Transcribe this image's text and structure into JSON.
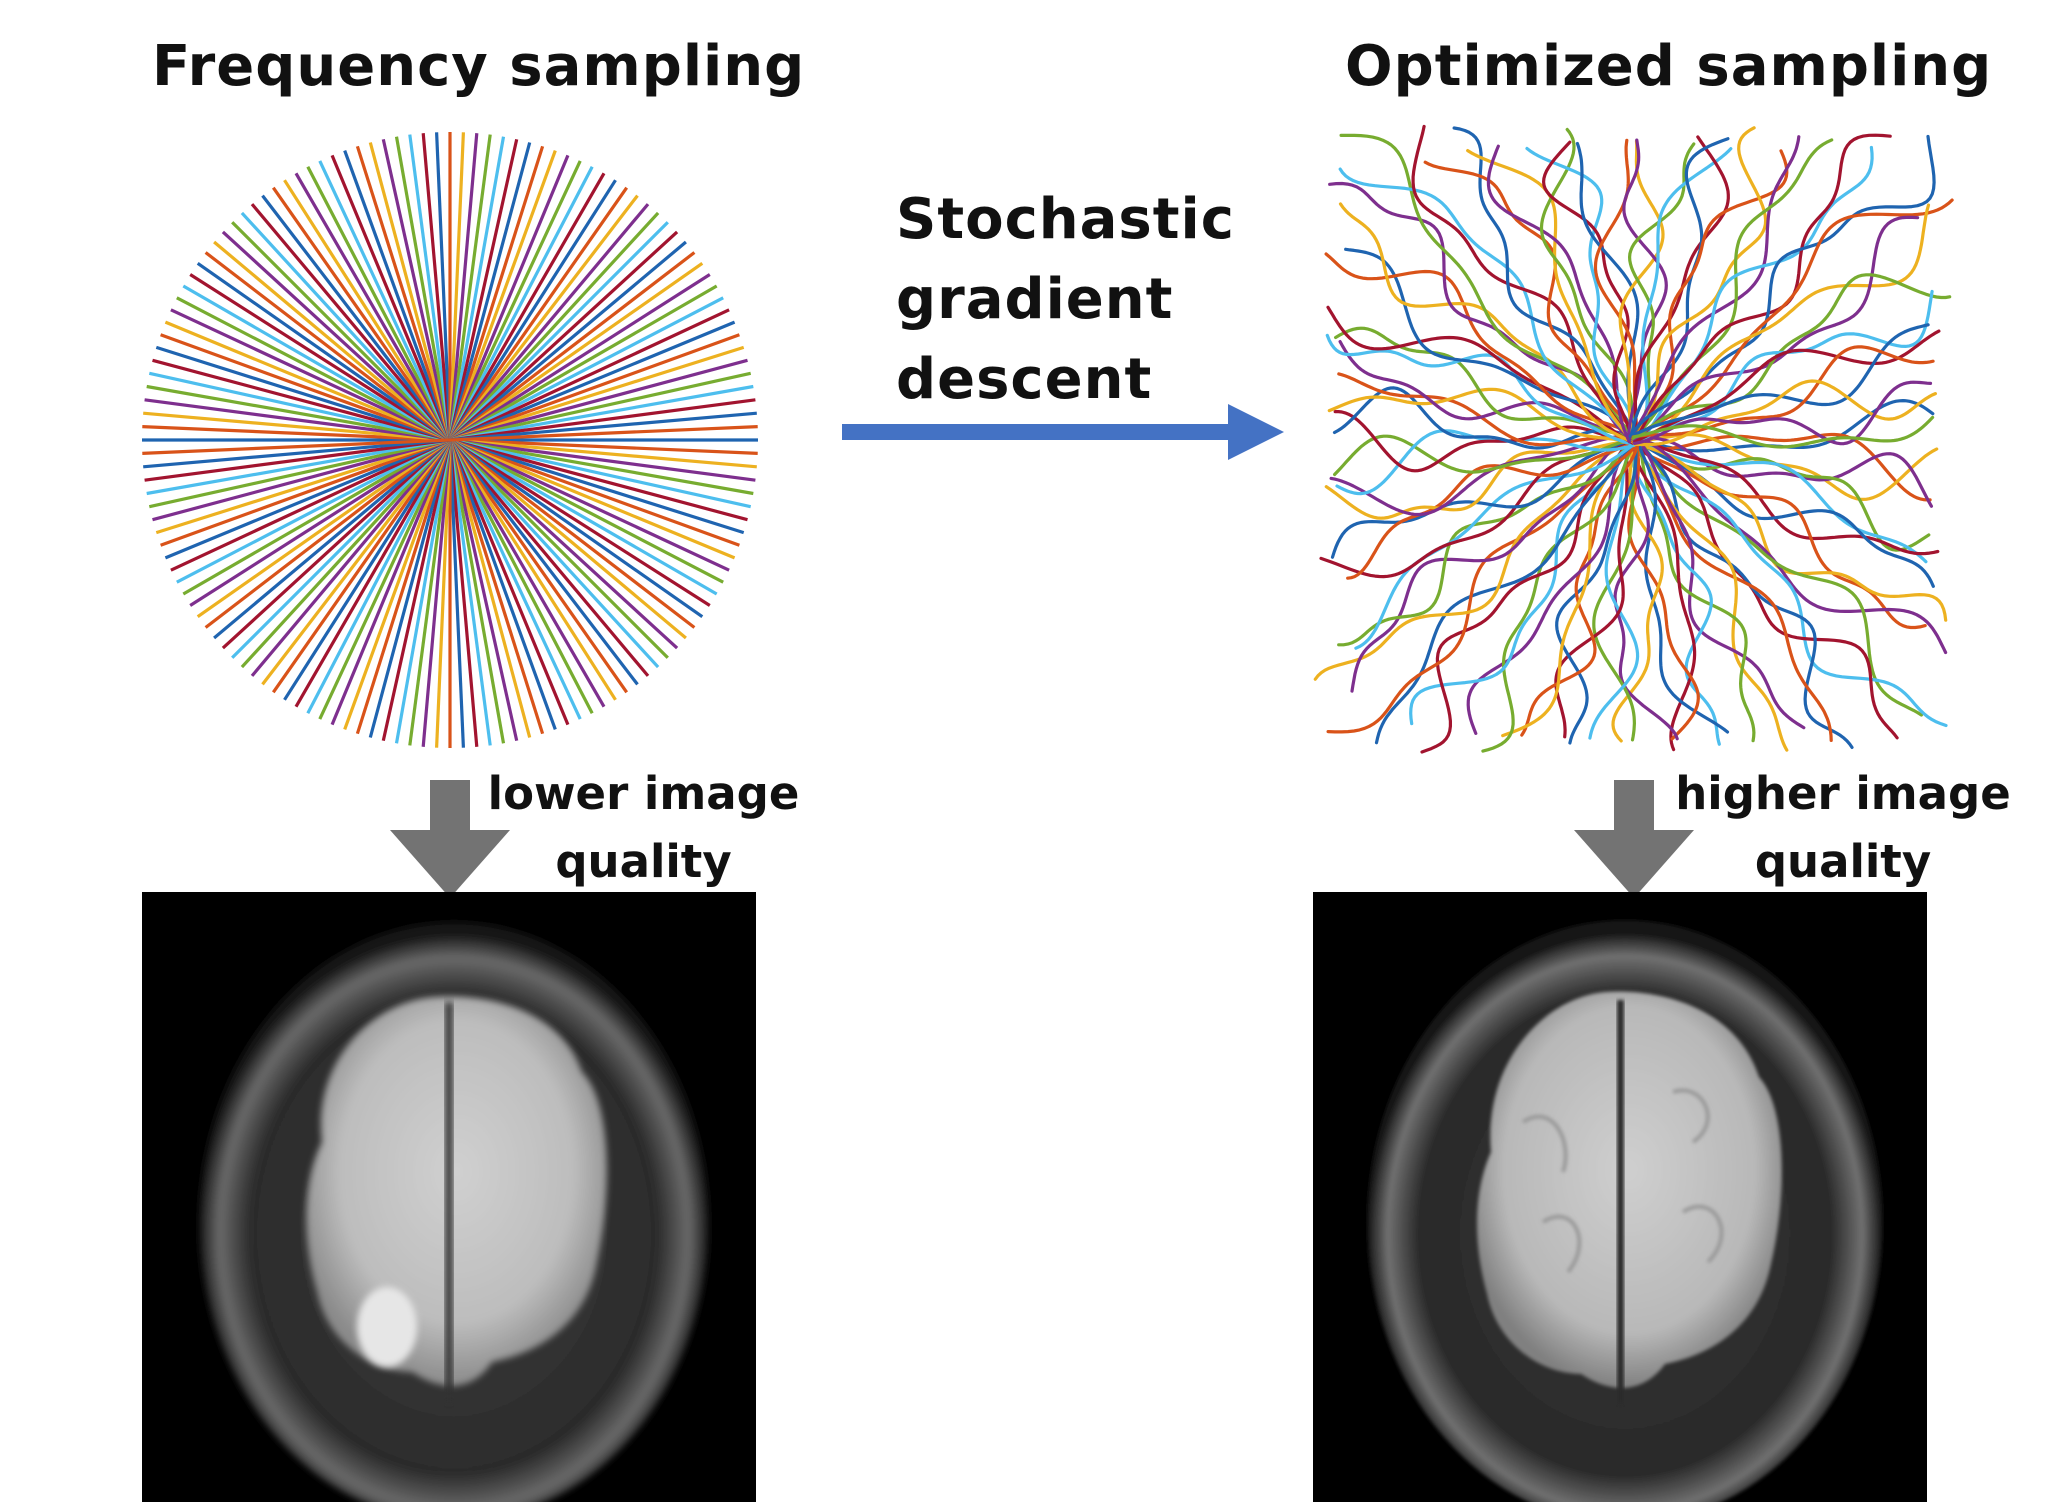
{
  "left_panel": {
    "title": "Frequency sampling",
    "outcome_line1": "lower image",
    "outcome_line2": "quality"
  },
  "middle": {
    "line1": "Stochastic",
    "line2": "gradient",
    "line3": "descent"
  },
  "right_panel": {
    "title": "Optimized sampling",
    "outcome_line1": "higher image",
    "outcome_line2": "quality"
  },
  "colors": {
    "line_palette": [
      "#1f64b0",
      "#d95319",
      "#edb120",
      "#7e2f8e",
      "#77ac30",
      "#4dbeee",
      "#a2142f"
    ],
    "main_arrow": "#4472c4",
    "down_arrow": "#737373",
    "mri_background": "#000000"
  },
  "icons": {
    "main_arrow": "right-arrow-icon",
    "down_arrows": "down-arrow-icon"
  }
}
